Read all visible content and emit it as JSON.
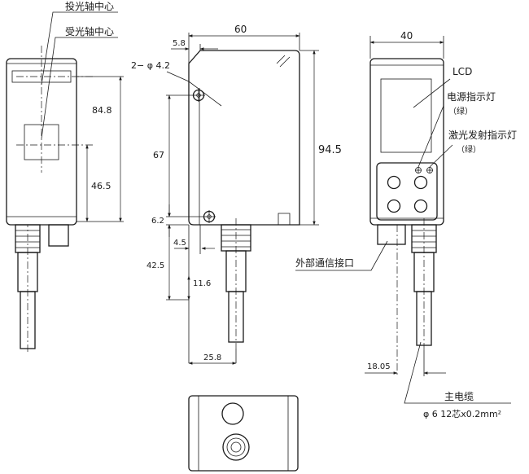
{
  "front_view": {
    "emitter_center_label": "投光轴中心",
    "receiver_center_label": "受光轴中心",
    "dim_84_8": "84.8",
    "dim_46_5": "46.5"
  },
  "side_view": {
    "dim_60": "60",
    "dim_5_8": "5.8",
    "hole_label": "2− φ 4.2",
    "dim_94_5": "94.5",
    "dim_67": "67",
    "dim_6_2": "6.2",
    "dim_4_5": "4.5",
    "dim_42_5": "42.5",
    "dim_11_6": "11.6",
    "dim_25_8": "25.8"
  },
  "back_view": {
    "dim_40": "40",
    "lcd_label": "LCD",
    "power_indicator_label": "电源指示灯",
    "power_indicator_color": "（绿）",
    "laser_indicator_label": "激光发射指示灯",
    "laser_indicator_color": "（绿）",
    "external_port_label": "外部通信接口",
    "dim_18_05": "18.05",
    "main_cable_label": "主电缆",
    "cable_spec": "φ 6 12芯x0.2mm²"
  }
}
